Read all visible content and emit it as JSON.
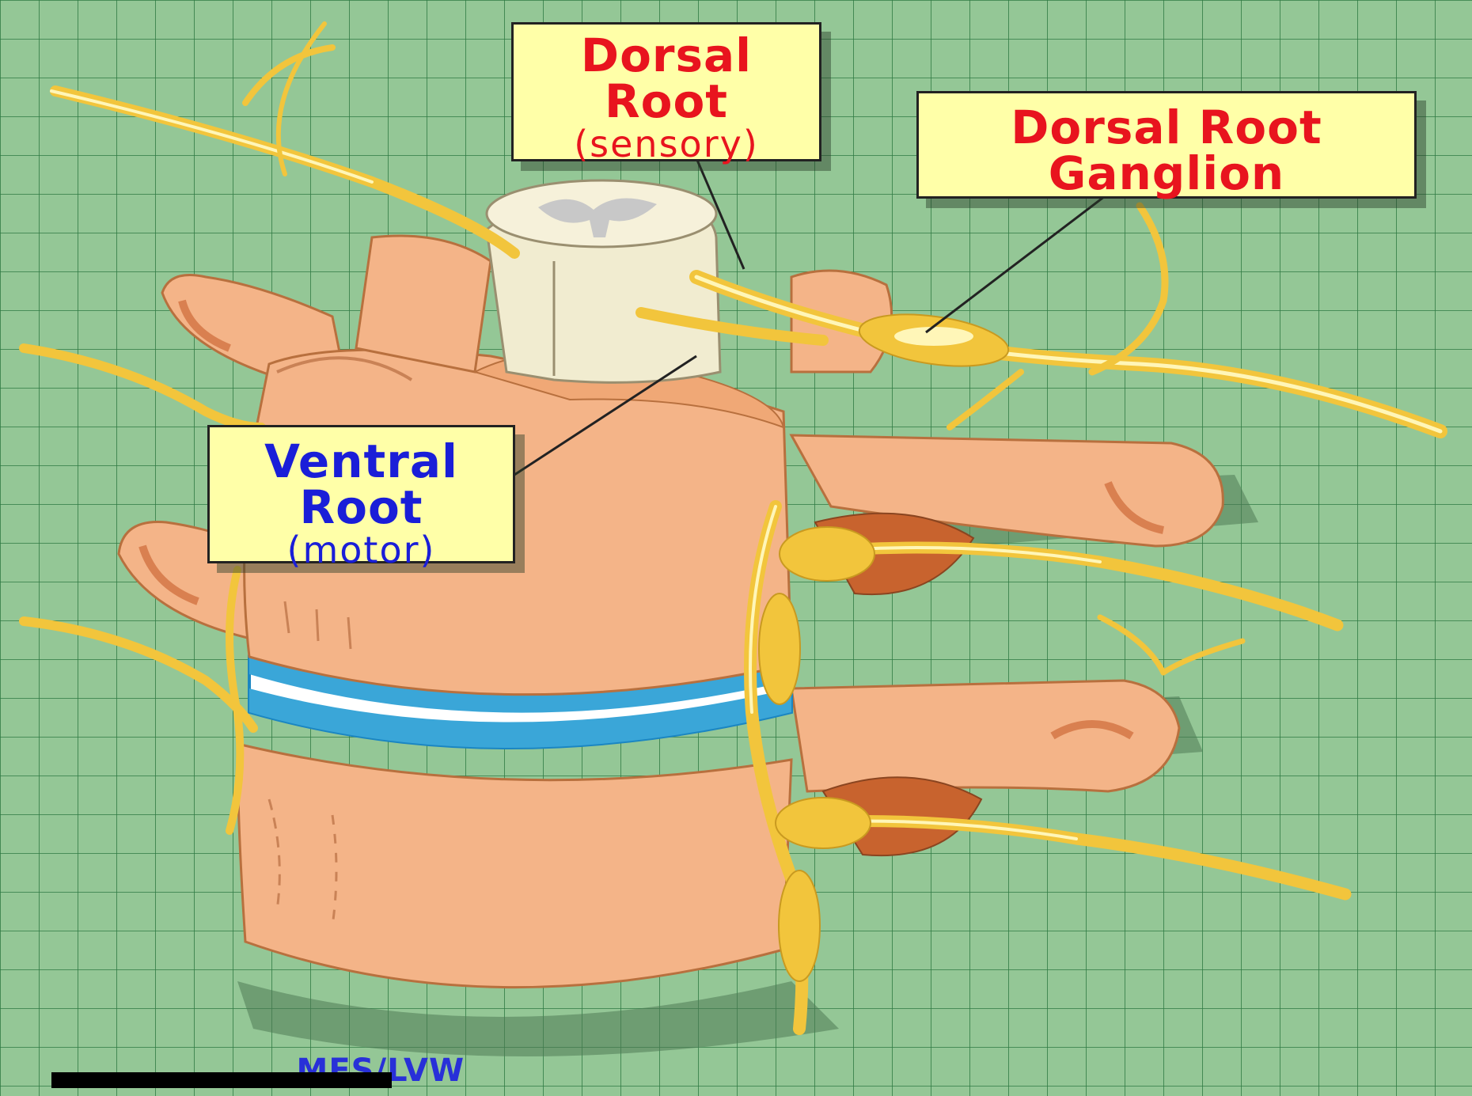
{
  "labels": {
    "dorsal_root": {
      "title": "Dorsal Root",
      "line1": "Dorsal",
      "line2": "Root",
      "note": "(sensory)"
    },
    "dorsal_root_ganglion": {
      "line1": "Dorsal Root",
      "line2": "Ganglion"
    },
    "ventral_root": {
      "line1": "Ventral",
      "line2": "Root",
      "note": "(motor)"
    }
  },
  "credit": "MFS/LVW",
  "colors": {
    "background": "#94c796",
    "grid": "#2f7a44",
    "bone": "#f4b488",
    "bone_shade": "#e69a68",
    "spinal_cord": "#f1ecd0",
    "nerve": "#f2c53c",
    "disc": "#3aa6d8",
    "label_fill": "#ffffa8",
    "sensory_text": "#e8141e",
    "motor_text": "#1a1ed8"
  }
}
